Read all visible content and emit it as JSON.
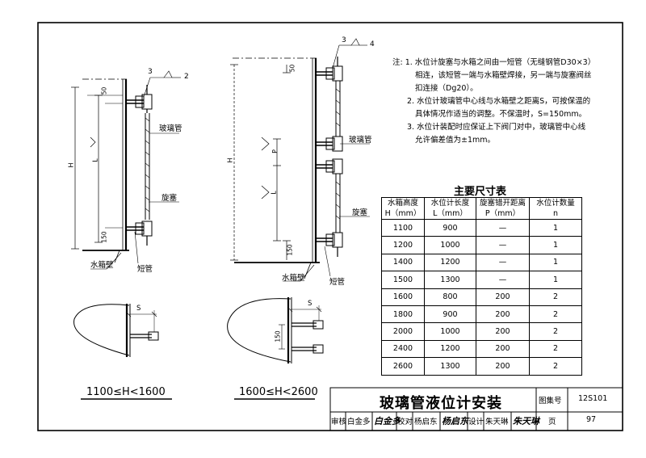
{
  "left_drawing": {
    "callout_3": "3",
    "callout_2": "2",
    "dim_50": "50",
    "dim_L": "L",
    "dim_H": "H",
    "dim_150": "150",
    "label_glass_tube": "玻璃管",
    "label_cock": "旋塞",
    "label_tank_wall": "水箱壁",
    "label_short_pipe": "短管",
    "dim_S": "S",
    "range_caption": "1100≤H<1600"
  },
  "right_drawing": {
    "callout_3": "3",
    "callout_4": "4",
    "dim_50": "50",
    "dim_P": "P",
    "dim_L": "L",
    "dim_H": "H",
    "dim_150": "150",
    "label_glass_tube": "玻璃管",
    "label_cock": "旋塞",
    "label_tank_wall": "水箱壁",
    "label_short_pipe": "短管",
    "dim_S": "S",
    "dim_150_section": "150",
    "range_caption": "1600≤H<2600"
  },
  "notes": [
    "注: 1. 水位计旋塞与水箱之间由一短管（无缝钢管D30×3）",
    "相连，该短管一端与水箱壁焊接，另一端与旋塞阀丝",
    "扣连接（Dg20）。",
    "2. 水位计玻璃管中心线与水箱壁之距离S，可按保温的",
    "具体情况作适当的调整。不保温时，S=150mm。",
    "3. 水位计装配时应保证上下阀门对中，玻璃管中心线",
    "允许偏差值为±1mm。"
  ],
  "size_table": {
    "title": "主要尺寸表",
    "headers": [
      [
        "水箱高度",
        "H（mm）"
      ],
      [
        "水位计长度",
        "L（mm）"
      ],
      [
        "旋塞错开距离",
        "P（mm）"
      ],
      [
        "水位计数量",
        "n"
      ]
    ],
    "rows": [
      [
        "1100",
        "900",
        "—",
        "1"
      ],
      [
        "1200",
        "1000",
        "—",
        "1"
      ],
      [
        "1400",
        "1200",
        "—",
        "1"
      ],
      [
        "1500",
        "1300",
        "—",
        "1"
      ],
      [
        "1600",
        "800",
        "200",
        "2"
      ],
      [
        "1800",
        "900",
        "200",
        "2"
      ],
      [
        "2000",
        "1000",
        "200",
        "2"
      ],
      [
        "2400",
        "1200",
        "200",
        "2"
      ],
      [
        "2600",
        "1300",
        "200",
        "2"
      ]
    ]
  },
  "title_block": {
    "title": "玻璃管液位计安装",
    "atlas_label": "图集号",
    "atlas_no": "12S101",
    "review_label": "审核",
    "reviewer": "白金多",
    "reviewer_sig": "白金多",
    "check_label": "校对",
    "checker": "杨启东",
    "checker_sig": "杨启东",
    "design_label": "设计",
    "designer": "朱天琳",
    "designer_sig": "朱天琳",
    "page_label": "页",
    "page_no": "97"
  }
}
